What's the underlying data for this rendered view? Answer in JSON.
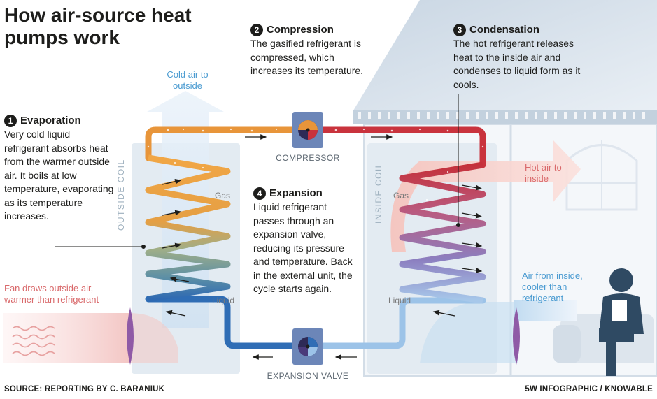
{
  "title": "How air-source heat pumps work",
  "steps": {
    "evaporation": {
      "number": "1",
      "heading": "Evaporation",
      "text": "Very cold liquid refrigerant absorbs heat from the warmer outside air. It boils at low temperature, evaporating as its temperature increases."
    },
    "compression": {
      "number": "2",
      "heading": "Compression",
      "text": "The gasified refrigerant is compressed, which increases its temperature."
    },
    "condensation": {
      "number": "3",
      "heading": "Condensation",
      "text": "The hot refrigerant releases heat to the inside air and condenses to liquid form as it cools."
    },
    "expansion": {
      "number": "4",
      "heading": "Expansion",
      "text": "Liquid refrigerant passes through an expansion valve, reducing its pressure and temperature. Back in the external unit, the cycle starts again."
    }
  },
  "labels": {
    "cold_air": "Cold air to outside",
    "hot_air": "Hot air to inside",
    "fan": "Fan draws outside air, warmer than refrigerant",
    "air_inside": "Air from inside, cooler than refrigerant",
    "outside_coil": "OUTSIDE COIL",
    "inside_coil": "INSIDE COIL",
    "compressor": "COMPRESSOR",
    "expansion_valve": "EXPANSION VALVE",
    "gas_left": "Gas",
    "liquid_left": "Liquid",
    "gas_right": "Gas",
    "liquid_right": "Liquid"
  },
  "footer": {
    "source": "SOURCE: REPORTING BY C. BARANIUK",
    "credit": "5W INFOGRAPHIC / KNOWABLE"
  },
  "colors": {
    "hot_red": "#c9333d",
    "warm_orange": "#e8953a",
    "cold_blue": "#2f6db5",
    "light_blue": "#7fb4e0",
    "purple": "#8a6ba8",
    "house": "#dfe7ef",
    "person": "#2f4a63"
  }
}
